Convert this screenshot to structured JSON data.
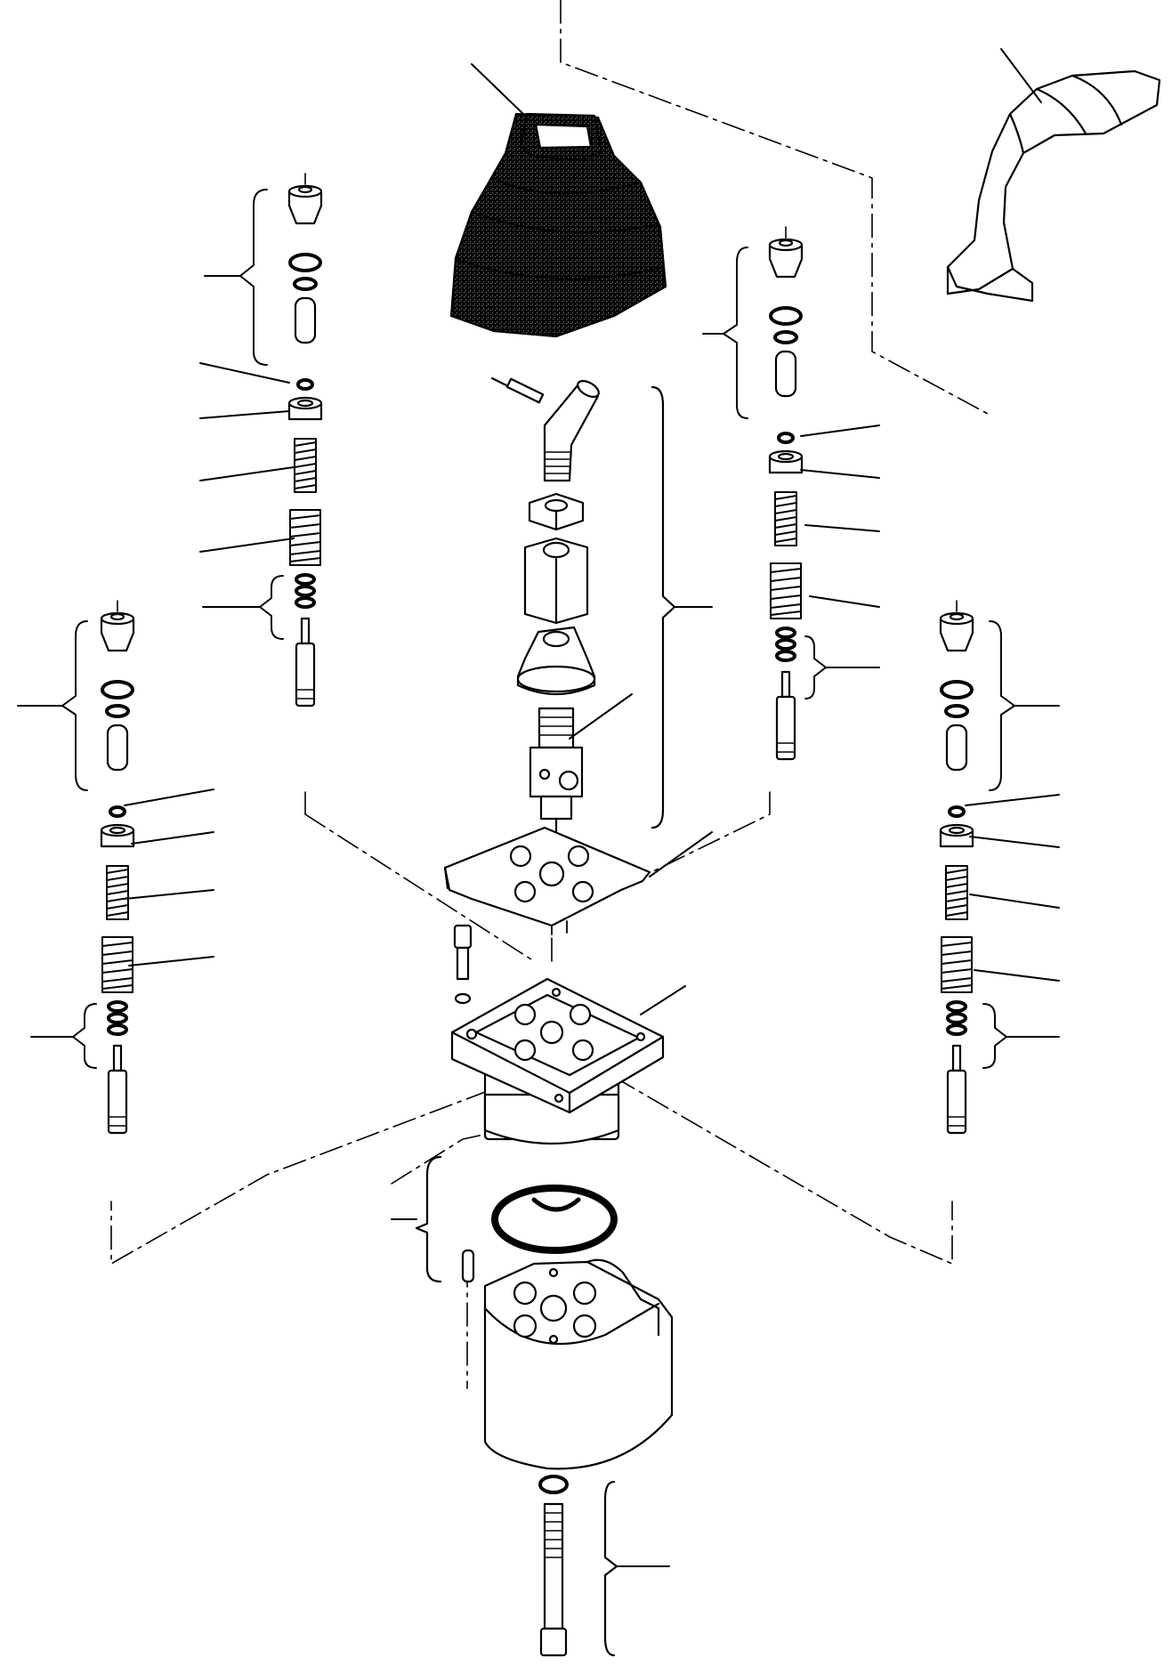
{
  "diagram": {
    "kind": "exploded parts drawing",
    "colors": {
      "ink": "#000000",
      "paper": "#ffffff",
      "stipple": "#bdbdbd"
    },
    "parts": [
      "rubber-boot",
      "lever-grip",
      "threaded-lever",
      "jam-nut",
      "coupling",
      "cone-cap",
      "universal-joint",
      "seal-plate",
      "mounting-flange",
      "body-gasket",
      "valve-body",
      "roll-pin",
      "cap-screw",
      "plunger-assembly"
    ],
    "callouts_labeled": false
  }
}
